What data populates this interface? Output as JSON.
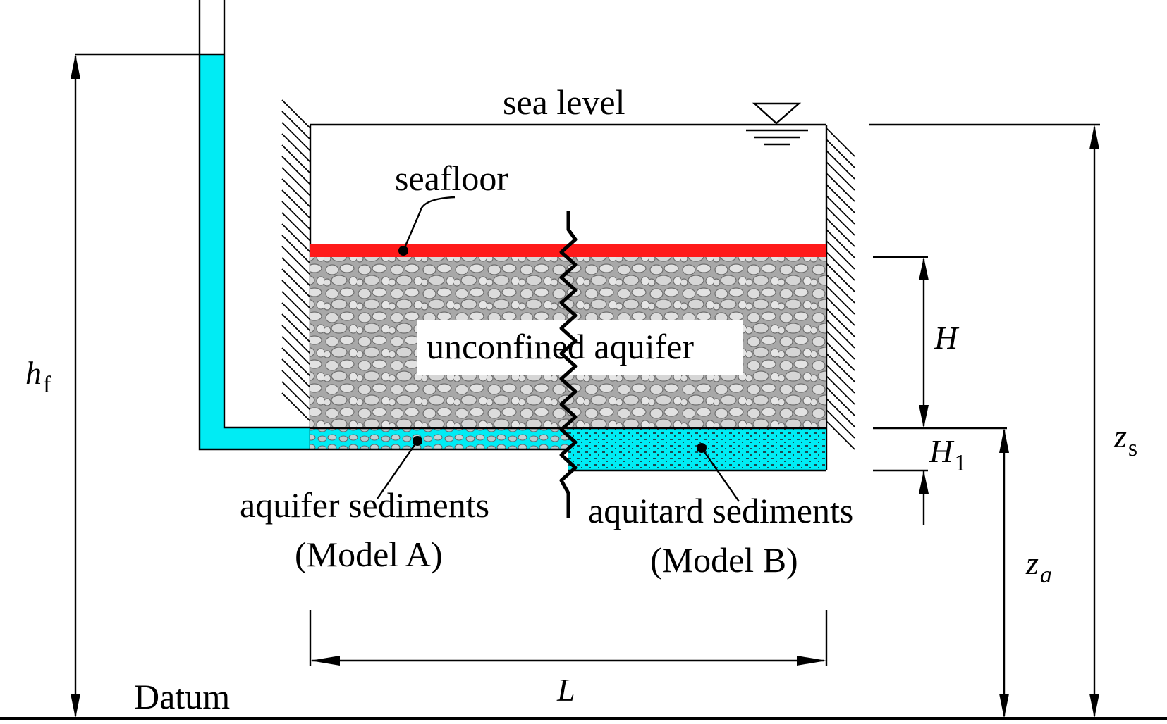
{
  "labels": {
    "sea_level": "sea level",
    "seafloor": "seafloor",
    "unconfined_aquifer": "unconfined aquifer",
    "aquifer_sediments": "aquifer sediments",
    "model_a": "(Model A)",
    "aquitard_sediments": "aquitard sediments",
    "model_b": "(Model B)",
    "datum": "Datum"
  },
  "symbols": {
    "hf": {
      "main": "h",
      "sub": "f"
    },
    "zs": {
      "main": "z",
      "sub": "s"
    },
    "za": {
      "main": "z",
      "sub": "a"
    },
    "H": {
      "main": "H"
    },
    "H1": {
      "main": "H",
      "sub": "1"
    },
    "L": {
      "main": "L"
    }
  },
  "colors": {
    "water_cyan": "#00ecf4",
    "seafloor_red": "#ff1a1a",
    "gravel_grey": "#a8a8a8",
    "gravel_pebble": "#d9d9d9",
    "aquitard_dots": "#1a4a52"
  }
}
